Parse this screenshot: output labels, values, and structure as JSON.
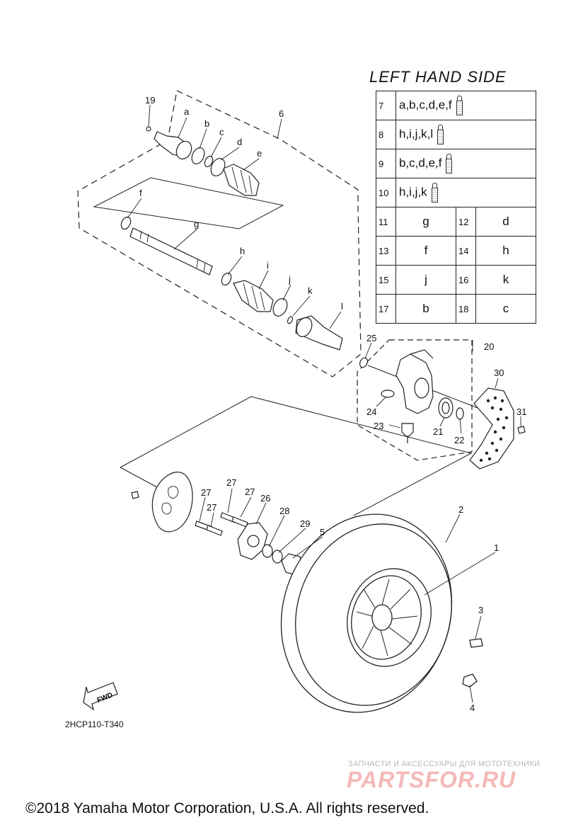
{
  "title": "LEFT HAND SIDE",
  "legend": {
    "full_rows": [
      {
        "num": "7",
        "text": "a,b,c,d,e,f"
      },
      {
        "num": "8",
        "text": "h,i,j,k,l"
      },
      {
        "num": "9",
        "text": "b,c,d,e,f"
      },
      {
        "num": "10",
        "text": "h,i,j,k"
      }
    ],
    "pair_rows": [
      [
        {
          "num": "11",
          "text": "g"
        },
        {
          "num": "12",
          "text": "d"
        }
      ],
      [
        {
          "num": "13",
          "text": "f"
        },
        {
          "num": "14",
          "text": "h"
        }
      ],
      [
        {
          "num": "15",
          "text": "j"
        },
        {
          "num": "16",
          "text": "k"
        }
      ],
      [
        {
          "num": "17",
          "text": "b"
        },
        {
          "num": "18",
          "text": "c"
        }
      ]
    ]
  },
  "callouts": {
    "c19": "19",
    "ca": "a",
    "cb": "b",
    "cc": "c",
    "cd": "d",
    "ce": "e",
    "c6": "6",
    "cf": "f",
    "cg": "g",
    "ch": "h",
    "ci": "i",
    "cj": "j",
    "ck": "k",
    "cl": "l",
    "c25": "25",
    "c20": "20",
    "c30": "30",
    "c31": "31",
    "c24": "24",
    "c23": "23",
    "c21": "21",
    "c22": "22",
    "c27a": "27",
    "c27b": "27",
    "c27c": "27",
    "c27d": "27",
    "c26": "26",
    "c28": "28",
    "c29": "29",
    "c5": "5",
    "c2": "2",
    "c1": "1",
    "c3": "3",
    "c4": "4"
  },
  "fwd_label": "FWD",
  "diagram_code": "2HCP110-T340",
  "watermark_small": "ЗАПЧАСТИ И АКСЕССУАРЫ ДЛЯ МОТОТЕХНИКИ",
  "watermark_big": "PARTSFOR.RU",
  "copyright": "©2018 Yamaha Motor Corporation, U.S.A. All rights reserved."
}
